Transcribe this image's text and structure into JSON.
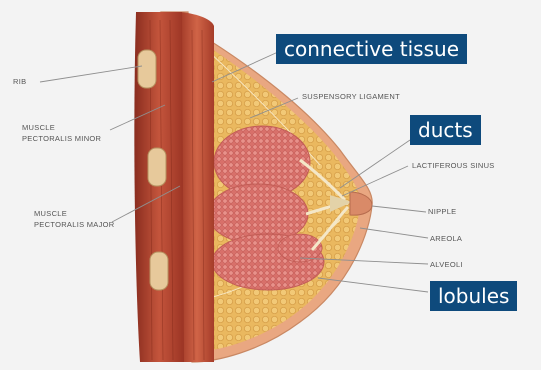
{
  "labels": {
    "rib": "RIB",
    "muscle_minor_1": "MUSCLE",
    "muscle_minor_2": "PECTORALIS MINOR",
    "muscle_major_1": "MUSCLE",
    "muscle_major_2": "PECTORALIS MAJOR",
    "suspensory": "SUSPENSORY LIGAMENT",
    "lactiferous": "LACTIFEROUS SINUS",
    "nipple": "NIPPLE",
    "areola": "AREOLA",
    "alveoli": "ALVEOLI"
  },
  "callouts": {
    "connective_tissue": "connective tissue",
    "ducts": "ducts",
    "lobules": "lobules"
  },
  "colors": {
    "callout_bg": "#0e4a7c",
    "muscle": "#b5452f",
    "fat": "#e9b45a",
    "lobule": "#d97468",
    "skin": "#e8a37c"
  }
}
